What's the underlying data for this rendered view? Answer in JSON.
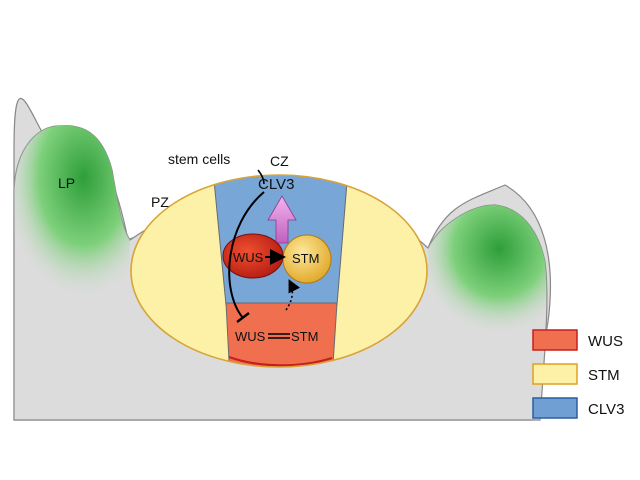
{
  "labels": {
    "lp": "LP",
    "pz": "PZ",
    "cz": "CZ",
    "stem_cells": "stem cells",
    "clv3": "CLV3",
    "wus_node": "WUS",
    "stm_node": "STM",
    "wus_lower": "WUS",
    "stm_lower": "STM"
  },
  "legend": [
    {
      "label": "WUS",
      "color": "#ef6f4f",
      "border": "#c81e1e"
    },
    {
      "label": "STM",
      "color": "#fdf1a8",
      "border": "#e0a020"
    },
    {
      "label": "CLV3",
      "color": "#6f9fd3",
      "border": "#2c5fa0"
    }
  ],
  "colors": {
    "tissue": "#dcdcdc",
    "lp_green": "#2e9e3a",
    "pz_yellow": "#fdf1a8",
    "cz_blue": "#78a6d6",
    "oc_red": "#ef6f4f",
    "wus_red": "#d42a1f",
    "stm_gold": "#f2c84a",
    "arrow_pink": "#e08ad8"
  }
}
